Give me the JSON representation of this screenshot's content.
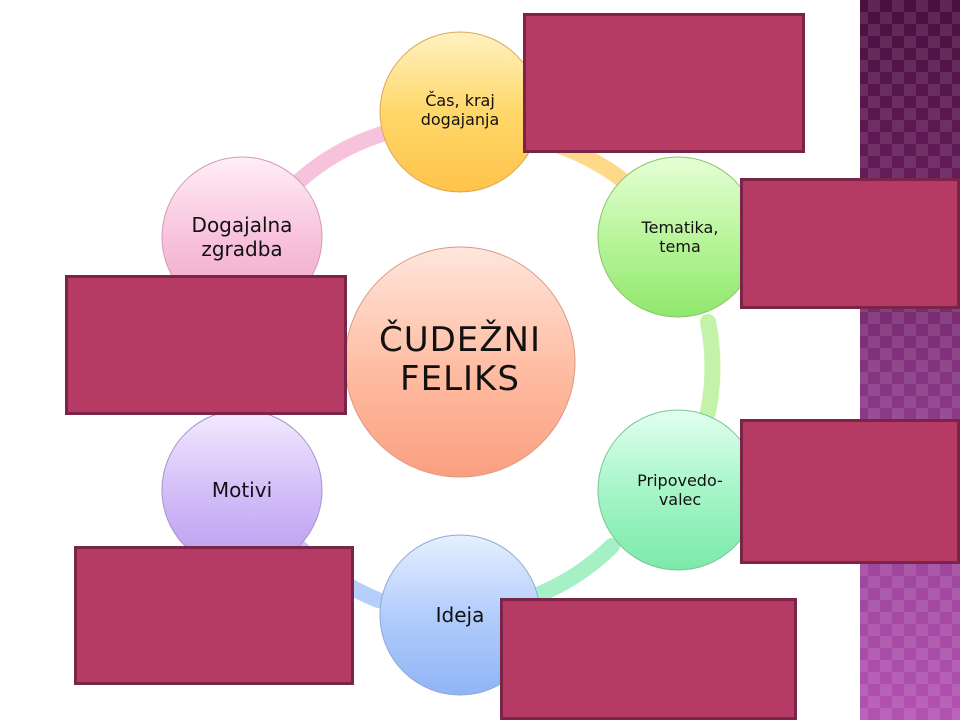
{
  "diagram": {
    "center": {
      "label": "ČUDEŽNI\nFELIKS"
    },
    "nodes": [
      {
        "id": "cas",
        "label": "Čas, kraj\ndogajanja"
      },
      {
        "id": "tematika",
        "label": "Tematika,\ntema"
      },
      {
        "id": "pripovedovalec",
        "label": "Pripovedo-\nvalec"
      },
      {
        "id": "ideja",
        "label": "Ideja"
      },
      {
        "id": "motivi",
        "label": "Motivi"
      },
      {
        "id": "dogajalna",
        "label": "Dogajalna\nzgradba"
      }
    ]
  },
  "colors": {
    "cover_fill": "#b53a64",
    "cover_border": "#7a2447",
    "side_band": "#7d2f7a"
  }
}
